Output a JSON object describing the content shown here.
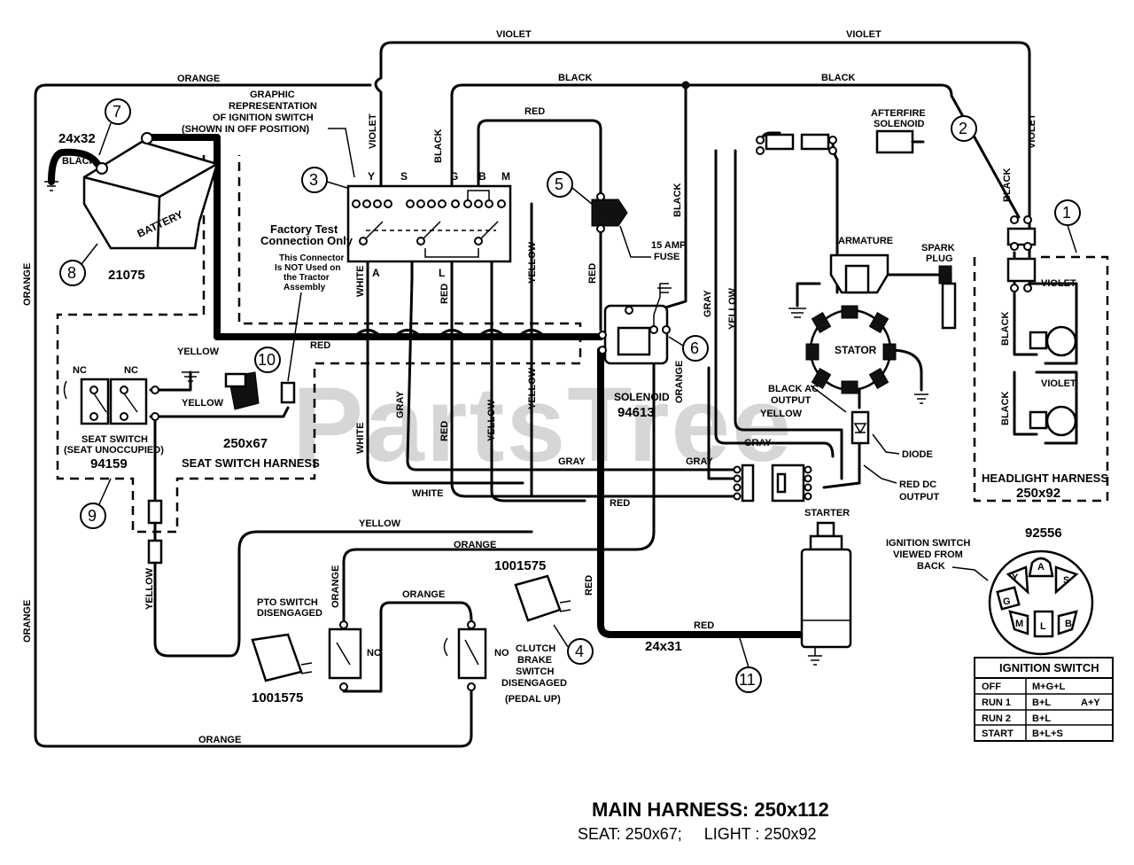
{
  "watermark": "PartsTree",
  "wire_labels": {
    "violet": "VIOLET",
    "black": "BLACK",
    "orange": "ORANGE",
    "red": "RED",
    "white": "WHITE",
    "gray": "GRAY",
    "yellow": "YELLOW"
  },
  "ignition_graphic": {
    "caption_1": "GRAPHIC",
    "caption_2": "REPRESENTATION",
    "caption_3": "OF IGNITION SWITCH",
    "caption_4": "(SHOWN IN OFF POSITION)",
    "terminals": [
      "Y",
      "S",
      "G",
      "B",
      "M",
      "A",
      "L"
    ]
  },
  "factory_test": {
    "title_1": "Factory Test",
    "title_2": "Connection Only",
    "note_1": "This Connector",
    "note_2": "Is NOT Used on",
    "note_3": "the Tractor",
    "note_4": "Assembly"
  },
  "battery": {
    "label": "BATTERY",
    "part": "21075",
    "cable": "24x32",
    "cable_color": "BLACK"
  },
  "fuse": {
    "label_1": "15 AMP",
    "label_2": "FUSE"
  },
  "afterfire": {
    "label_1": "AFTERFIRE",
    "label_2": "SOLENOID"
  },
  "armature": "ARMATURE",
  "spark_plug": {
    "label_1": "SPARK",
    "label_2": "PLUG"
  },
  "stator": "STATOR",
  "black_ac": {
    "label_1": "BLACK AC",
    "label_2": "OUTPUT",
    "label_3": "YELLOW"
  },
  "diode": "DIODE",
  "red_dc": {
    "label_1": "RED DC",
    "label_2": "OUTPUT"
  },
  "solenoid": {
    "label": "SOLENOID",
    "part": "94613"
  },
  "seat_switch": {
    "nc_1": "NC",
    "nc_2": "NC",
    "label_1": "SEAT SWITCH",
    "label_2": "(SEAT UNOCCUPIED)",
    "part": "94159"
  },
  "seat_harness": {
    "part": "250x67",
    "label": "SEAT SWITCH HARNESS"
  },
  "pto_switch": {
    "label_1": "PTO SWITCH",
    "label_2": "DISENGAGED",
    "part": "1001575",
    "nc": "NC"
  },
  "clutch_switch": {
    "no": "NO",
    "label_1": "CLUTCH",
    "label_2": "BRAKE",
    "label_3": "SWITCH",
    "label_4": "DISENGAGED",
    "label_5": "(PEDAL UP)",
    "part": "1001575"
  },
  "starter": {
    "label": "STARTER",
    "cable": "24x31"
  },
  "headlight": {
    "label": "HEADLIGHT HARNESS",
    "part": "250x92"
  },
  "ign_back": {
    "part": "92556",
    "label_1": "IGNITION SWITCH",
    "label_2": "VIEWED FROM",
    "label_3": "BACK",
    "pins": [
      "A",
      "Y",
      "S",
      "G",
      "M",
      "L",
      "B"
    ]
  },
  "ign_table": {
    "title": "IGNITION SWITCH",
    "rows": [
      {
        "pos": "OFF",
        "conn": "M+G+L",
        "extra": ""
      },
      {
        "pos": "RUN 1",
        "conn": "B+L",
        "extra": "A+Y"
      },
      {
        "pos": "RUN 2",
        "conn": "B+L",
        "extra": ""
      },
      {
        "pos": "START",
        "conn": "B+L+S",
        "extra": ""
      }
    ]
  },
  "callouts": [
    "1",
    "2",
    "3",
    "4",
    "5",
    "6",
    "7",
    "8",
    "9",
    "10",
    "11"
  ],
  "footer": {
    "main": "MAIN HARNESS: 250x112",
    "sub": "SEAT: 250x67;     LIGHT : 250x92"
  }
}
